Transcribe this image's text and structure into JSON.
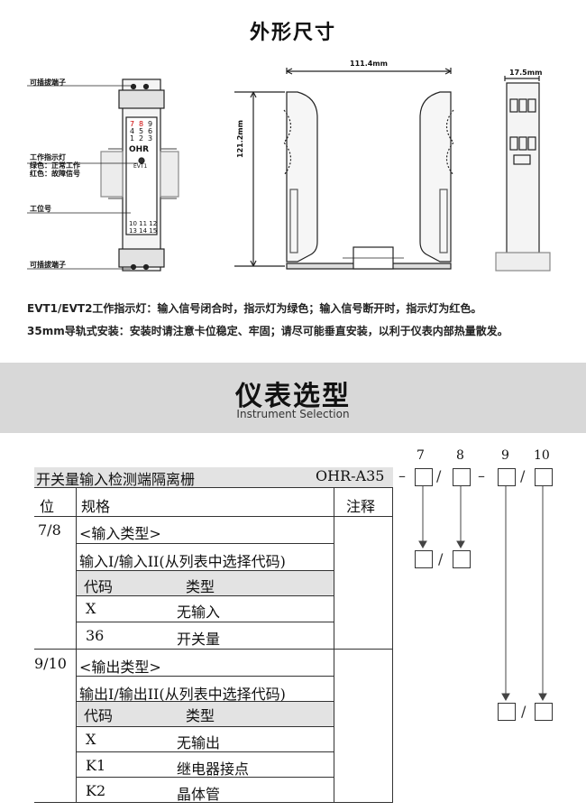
{
  "header": {
    "title": "外形尺寸"
  },
  "drawing": {
    "labels": {
      "terminal_top": "可插拔端子",
      "indicator_1": "工作指示灯",
      "indicator_2": "绿色：正常工作",
      "indicator_3": "红色：故障信号",
      "position_no": "工位号",
      "terminal_bottom": "可插拔端子"
    },
    "front_panel": {
      "top_numbers": [
        "7",
        "8",
        "9",
        "4",
        "5",
        "6",
        "1",
        "2",
        "3"
      ],
      "brand": "OHR",
      "led_label": "EVT1",
      "bottom_numbers_1": "10 11 12",
      "bottom_numbers_2": "13 14 15"
    },
    "dims": {
      "width": "111.4mm",
      "height": "121.2mm",
      "depth": "17.5mm"
    }
  },
  "notes": [
    "EVT1/EVT2工作指示灯：输入信号闭合时，指示灯为绿色；输入信号断开时，指示灯为红色。",
    "35mm导轨式安装：安装时请注意卡位稳定、牢固；请尽可能垂直安装，以利于仪表内部热量散发。"
  ],
  "selection": {
    "title": "仪表选型",
    "subtitle": "Instrument Selection",
    "product_name": "开关量输入检测端隔离栅",
    "model": "OHR-A35",
    "code_positions": [
      "7",
      "8",
      "9",
      "10"
    ],
    "col_headers": {
      "pos": "位",
      "spec": "规格",
      "note": "注释"
    },
    "groups": [
      {
        "pos": "7/8",
        "title": "<输入类型>",
        "subtitle": "输入I/输入II(从列表中选择代码)",
        "code_header": "代码",
        "type_header": "类型",
        "rows": [
          {
            "code": "X",
            "type": "无输入"
          },
          {
            "code": "36",
            "type": "开关量"
          }
        ]
      },
      {
        "pos": "9/10",
        "title": "<输出类型>",
        "subtitle": "输出I/输出II(从列表中选择代码)",
        "code_header": "代码",
        "type_header": "类型",
        "rows": [
          {
            "code": "X",
            "type": "无输出"
          },
          {
            "code": "K1",
            "type": "继电器接点"
          },
          {
            "code": "K2",
            "type": "晶体管"
          }
        ]
      }
    ],
    "separators": {
      "dash": "–",
      "slash": "/"
    }
  }
}
